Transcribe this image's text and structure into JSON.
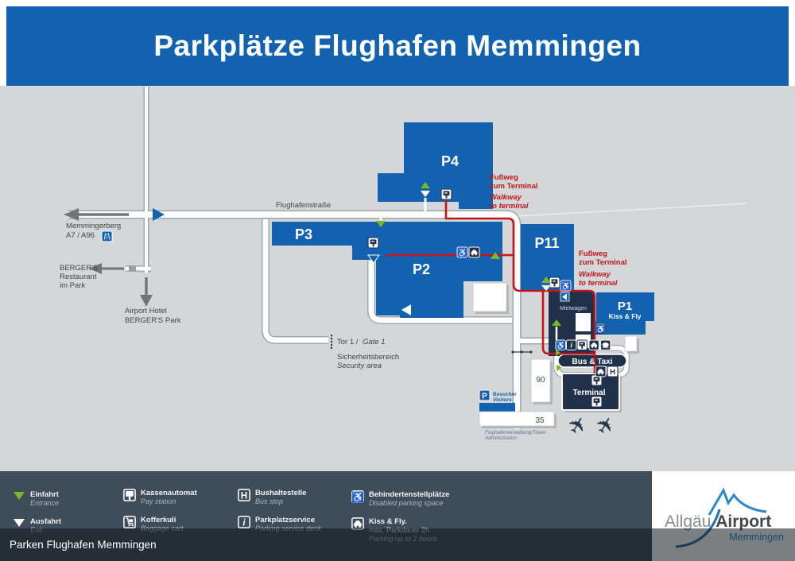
{
  "title": "Parkplätze Flughafen Memmingen",
  "window_label": "Parken Flughafen Memmingen",
  "colors": {
    "brand_blue": "#1362af",
    "navy": "#203149",
    "route_red": "#c3161c",
    "entrance_green": "#79b928",
    "legend_bg": "#3e4d59",
    "map_bg": "#d4d6d8"
  },
  "map": {
    "street_label": "Flughafenstraße",
    "mem1": "Memmingerberg",
    "mem2": "A7 / A96",
    "berg1": "BERGER'S",
    "berg2": "Restaurant",
    "berg3": "im Park",
    "hotel1": "Airport Hotel",
    "hotel2": "BERGER'S Park",
    "p4": "P4",
    "p3": "P3",
    "p2": "P2",
    "p11": "P11",
    "p1": "P1",
    "p1sub": "Kiss & Fly",
    "walk_de1": "Fußweg",
    "walk_de2": "zum Terminal",
    "walk_en1": "Walkway",
    "walk_en2": "to terminal",
    "tor": "Tor 1 /",
    "tor_en": "Gate 1",
    "sich": "Sicherheitsbereich",
    "sich_en": "Security area",
    "mietwagen": "Mietwagen",
    "bustaxi": "Bus & Taxi",
    "terminal": "Terminal",
    "b90": "90",
    "b35": "35",
    "vis_p": "P",
    "vis_de": "Besucher",
    "vis_en": "Visitors",
    "admin1": "Flughafenverwaltung/Tower",
    "admin2": "Administration"
  },
  "legend": {
    "items": [
      {
        "icon": "entrance-arrow",
        "de": "Einfahrt",
        "en": "Entrance"
      },
      {
        "icon": "exit-arrow",
        "de": "Ausfahrt",
        "en": "Exit"
      },
      {
        "icon": "pay-station",
        "de": "Kassenautomat",
        "en": "Pay station"
      },
      {
        "icon": "baggage-cart",
        "de": "Kofferkuli",
        "en": "Baggage cart"
      },
      {
        "icon": "bus-stop",
        "de": "Bushaltestelle",
        "en": "Bus stop"
      },
      {
        "icon": "service-desk",
        "de": "Parkplatzservice",
        "en": "Parking service desk"
      },
      {
        "icon": "disabled-parking",
        "de": "Behindertenstellplätze",
        "en": "Disabled parking space"
      },
      {
        "icon": "kiss-fly",
        "de": "Kiss & Fly.",
        "extra": "max. Parkdauer 2h",
        "en": "Parking up to 2 hours"
      }
    ]
  },
  "logo": {
    "allgau": "Allgäu ",
    "airport": "Airport",
    "city": "Memmingen"
  }
}
